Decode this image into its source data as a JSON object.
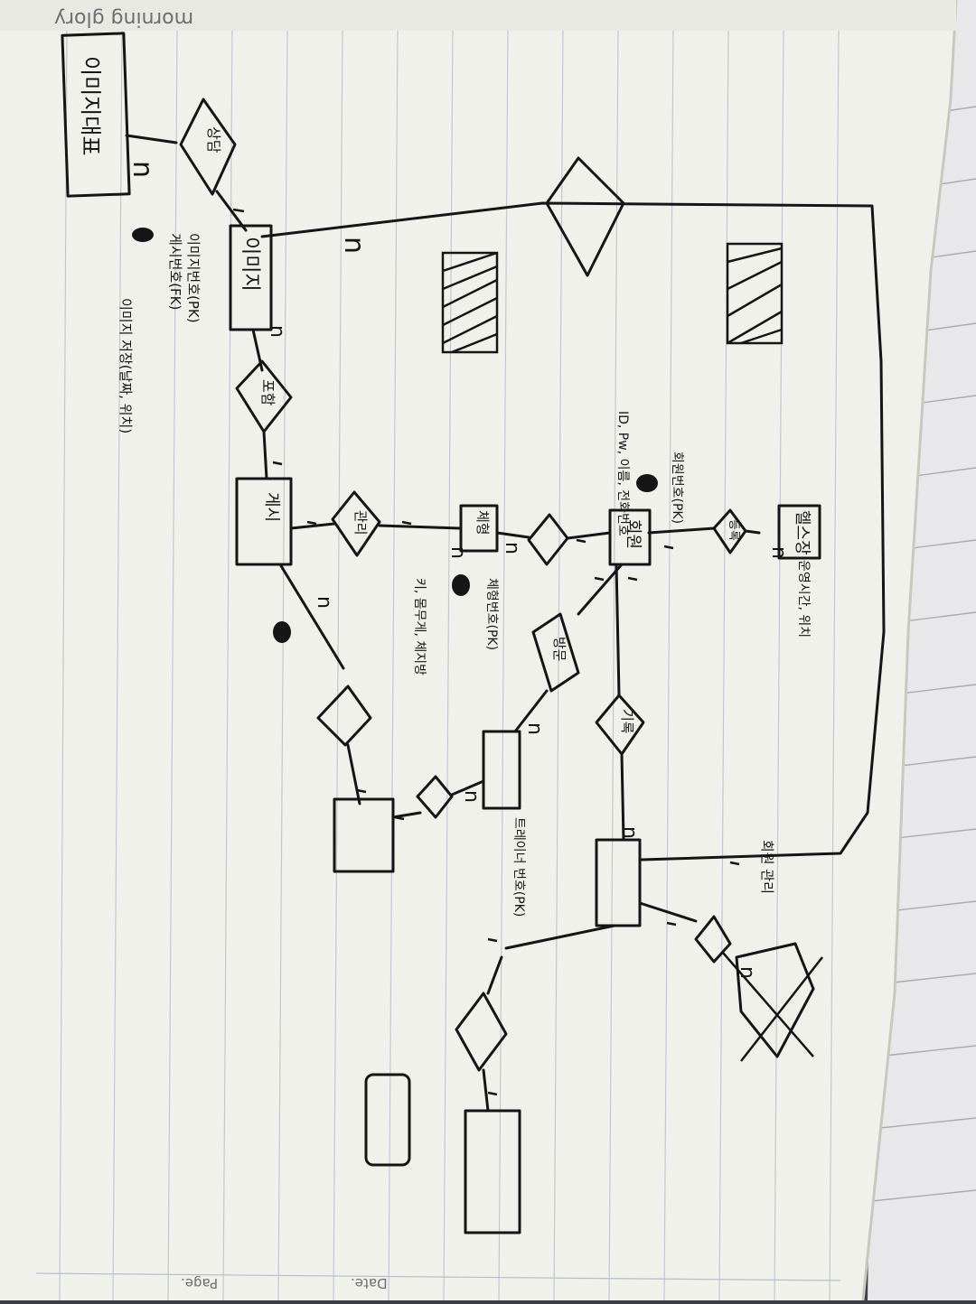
{
  "notebook": {
    "brand": "morning glory",
    "date_label": "Date.",
    "page_label": "Page."
  },
  "entities": {
    "member": "회원",
    "gym": "헬스장",
    "image": "이미지",
    "bodyinfo": "체형",
    "sibling_box": "이미지대표"
  },
  "relations": {
    "consult": "상담",
    "manage": "관리",
    "register": "등록",
    "record": "기록",
    "visit": "방문",
    "include": "포함",
    "post": "게시"
  },
  "attributes": {
    "image_pk": "이미지번호(PK)",
    "image_fk": "게시번호(FK)",
    "image_lead": "이미지 저장(날짜, 위치)",
    "member_pk": "회원번호(PK)",
    "member_info": "ID, Pw, 이름, 전화번호",
    "gym_info": "운영시간, 위치",
    "body_pk": "체형번호(PK)",
    "body_vals": "키, 몸무게, 체지방",
    "trainer_info": "트레이너 번호(PK)",
    "note": "회원 관리"
  },
  "cardinality": [
    "1",
    "n"
  ]
}
